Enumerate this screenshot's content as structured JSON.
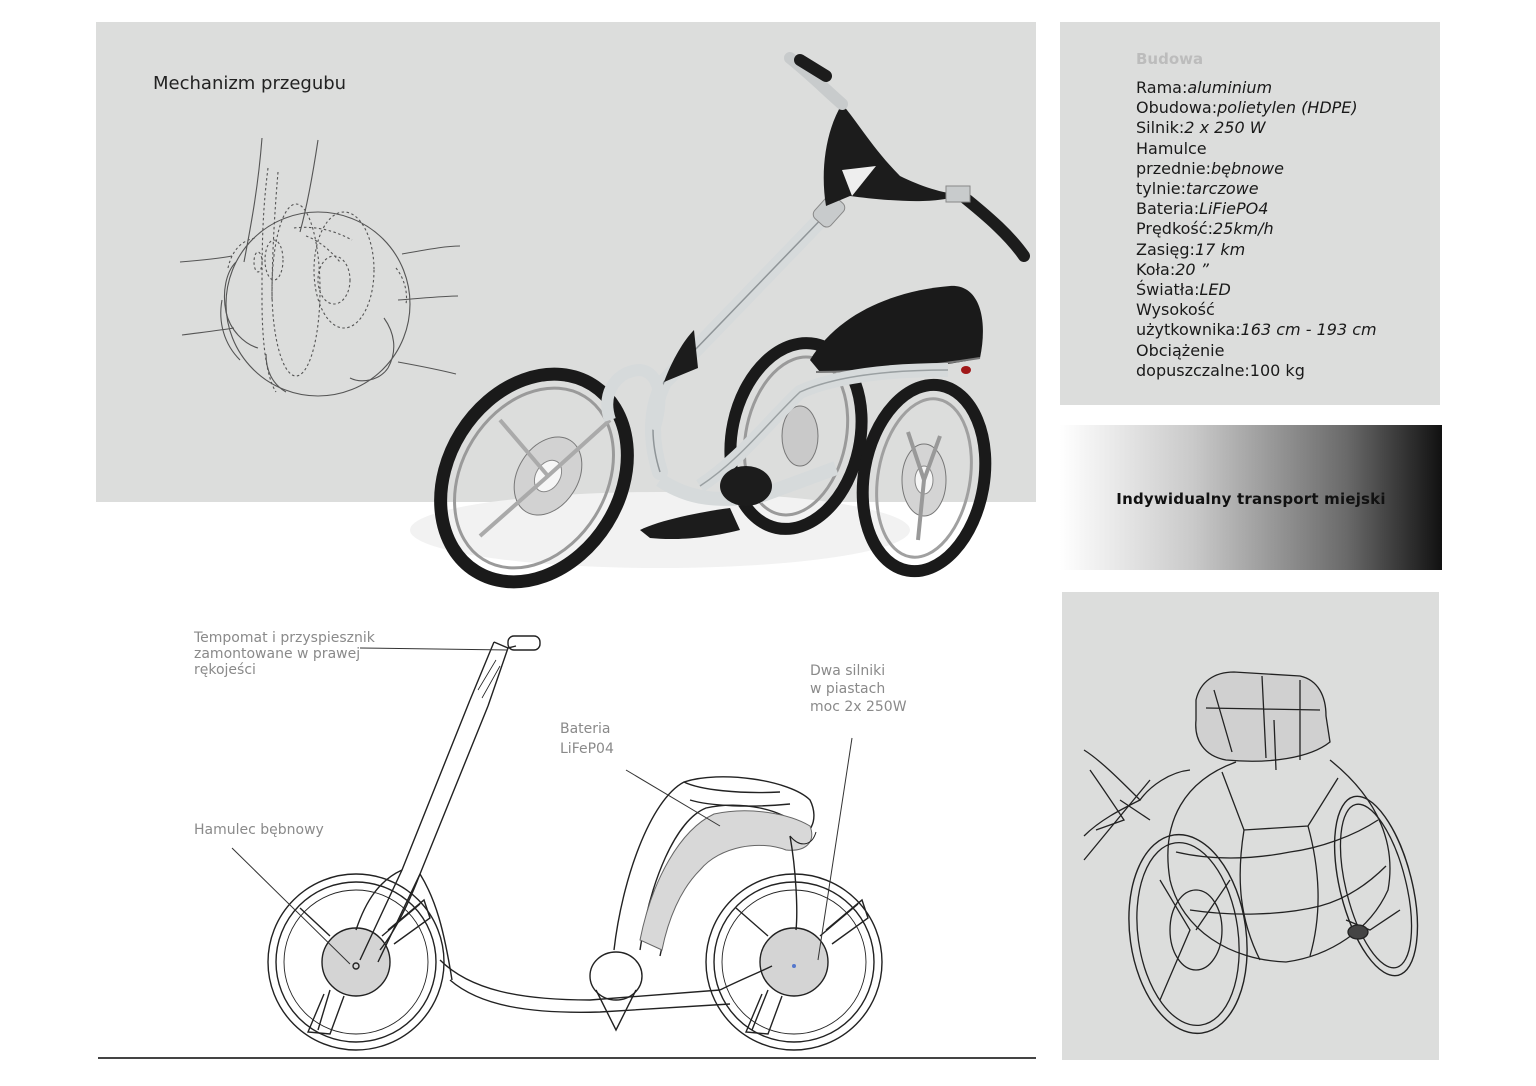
{
  "hero": {
    "title": "Mechanizm przegubu"
  },
  "spec": {
    "heading": "Budowa",
    "rows": [
      {
        "label": "Rama:",
        "value": "aluminium"
      },
      {
        "label": "Obudowa:",
        "value": "polietylen (HDPE)"
      },
      {
        "label": "Silnik:",
        "value": "2 x 250 W"
      },
      {
        "label": "Hamulce",
        "value": ""
      },
      {
        "label": "przednie:",
        "value": "bębnowe"
      },
      {
        "label": "tylnie:",
        "value": "tarczowe"
      },
      {
        "label": "Bateria:",
        "value": "LiFiePO4"
      },
      {
        "label": "Prędkość:",
        "value": "25km/h"
      },
      {
        "label": "Zasięg:",
        "value": "17 km"
      },
      {
        "label": "Koła:",
        "value": "20 ”"
      },
      {
        "label": "Światła:",
        "value": "LED"
      },
      {
        "label": "Wysokość",
        "value": ""
      },
      {
        "label": "użytkownika:",
        "value": "163 cm  - 193 cm"
      },
      {
        "label": "Obciążenie",
        "value": ""
      },
      {
        "label": "dopuszczalne:",
        "value": "100 kg",
        "plain": true
      }
    ]
  },
  "banner": {
    "text": "Indywidualny transport miejski"
  },
  "callouts": {
    "cruise": "Tempomat i przyspiesznik\nzamontowane w prawej\nrękojeści",
    "battery": "Bateria\nLiFeP04",
    "motors": "Dwa silniki\nw piastach\nmoc 2x 250W",
    "brake": "Hamulec bębnowy"
  },
  "colors": {
    "panel": "#dcdddc",
    "frame": "#d6dadb",
    "dark": "#1c1c1c"
  }
}
